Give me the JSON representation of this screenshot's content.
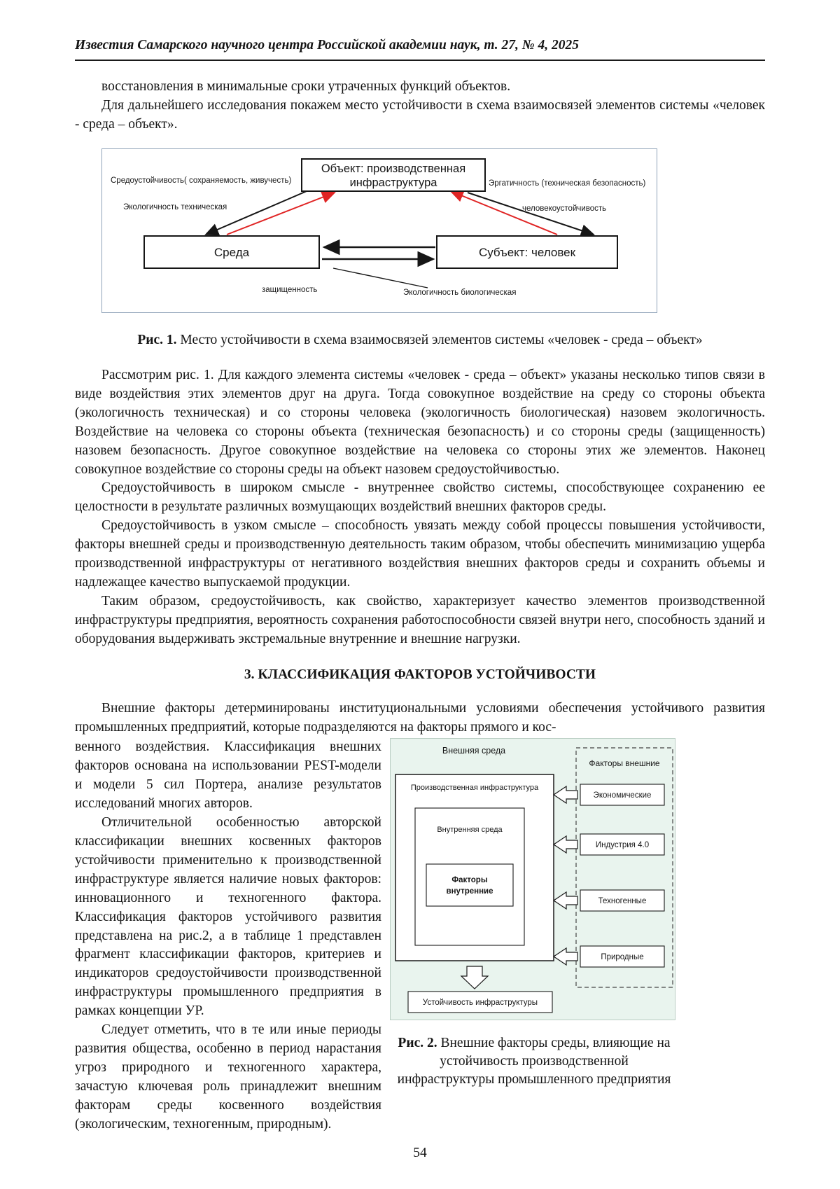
{
  "page": {
    "header": "Известия Самарского научного центра Российской академии наук, т. 27, № 4, 2025",
    "page_number": "54"
  },
  "colors": {
    "arrow_red": "#e02424",
    "arrow_black": "#161616",
    "figure2_bg": "#e9f4ee"
  },
  "intro": {
    "p1": "восстановления в минимальные сроки утраченных функций объектов.",
    "p2": "Для дальнейшего исследования покажем место устойчивости в схема взаимосвязей элементов системы «человек - среда – объект»."
  },
  "figure1": {
    "caption_label": "Рис. 1.",
    "caption_text": "Место устойчивости в схема взаимосвязей элементов системы «человек - среда – объект»",
    "boxes": {
      "object_line1": "Объект: производственная",
      "object_line2": "инфраструктура",
      "env": "Среда",
      "subject": "Субъект: человек"
    },
    "labels": {
      "top_left": "Средоустойчивость( сохраняемость, живучесть)",
      "top_right": "Эргатичность (техническая безопасность)",
      "left": "Экологичность техническая",
      "right": "человекоустойчивость",
      "bottom_left": "защищенность",
      "bottom_right": "Экологичность биологическая"
    }
  },
  "body": {
    "p1": "Рассмотрим рис. 1. Для каждого элемента системы «человек - среда – объект» указаны несколько типов связи в виде воздействия этих элементов друг на друга. Тогда совокупное воздействие на среду со стороны объекта (экологичность техническая) и со стороны человека (экологичность биологическая) назовем экологичность. Воздействие на человека со стороны объекта (техническая безопасность) и со стороны среды (защищенность) назовем безопасность. Другое совокупное воздействие на человека со стороны этих же элементов. Наконец совокупное воздействие со стороны среды на объект назовем средоустойчивостью.",
    "p2": "Средоустойчивость в широком смысле - внутреннее свойство системы, способствующее сохранению ее целостности в результате различных возмущающих воздействий внешних факторов среды.",
    "p3": "Средоустойчивость в узком смысле – способность увязать между собой процессы повышения устойчивости, факторы внешней среды и производственную деятельность таким образом, чтобы обеспечить минимизацию ущерба производственной инфраструктуры от негативного воздействия внешних факторов среды и сохранить объемы и надлежащее качество выпускаемой продукции.",
    "p4": "Таким образом, средоустойчивость, как свойство, характеризует качество элементов производственной инфраструктуры предприятия, вероятность сохранения работоспособности связей внутри него, способность зданий и оборудования выдерживать экстремальные внутренние и внешние нагрузки."
  },
  "section3": {
    "heading": "3. КЛАССИФИКАЦИЯ ФАКТОРОВ УСТОЙЧИВОСТИ",
    "p_intro": "Внешние факторы детерминированы институциональными условиями обеспечения устойчивого развития промышленных предприятий, которые подразделяются на факторы прямого и кос-",
    "col_p1": "венного воздействия. Классификация внешних факторов основана на использовании PEST-модели и модели 5 сил Портера, анализе результатов исследований многих авторов.",
    "col_p2": "Отличительной особенностью авторской классификации внешних косвенных факторов устойчивости применительно к производственной инфраструктуре является наличие новых факторов: инновационного и техногенного фактора. Классификация факторов устойчивого развития представлена на рис.2, а в таблице 1 представлен фрагмент классификации факторов, критериев и индикаторов средоустойчивости производственной инфраструктуры промышленного предприятия в рамках концепции УР.",
    "col_p3": "Следует отметить, что в те или иные периоды развития общества, особенно в период нарастания угроз природного и техногенного характера, зачастую ключевая роль принадлежит внешним факторам среды косвенного воздействия (экологическим, техногенным, природным)."
  },
  "figure2": {
    "caption_label": "Рис. 2.",
    "caption_text": "Внешние факторы среды, влияющие на устойчивость производственной инфраструктуры промышленного предприятия",
    "labels": {
      "outer_env": "Внешняя среда",
      "prod_infra": "Производственная инфраструктура",
      "inner_env": "Внутренняя среда",
      "factors_internal_1": "Факторы",
      "factors_internal_2": "внутренние",
      "factors_external": "Факторы внешние",
      "economic": "Экономические",
      "industry": "Индустрия 4.0",
      "technogenic": "Техногенные",
      "natural": "Природные",
      "stability": "Устойчивость инфраструктуры"
    }
  }
}
